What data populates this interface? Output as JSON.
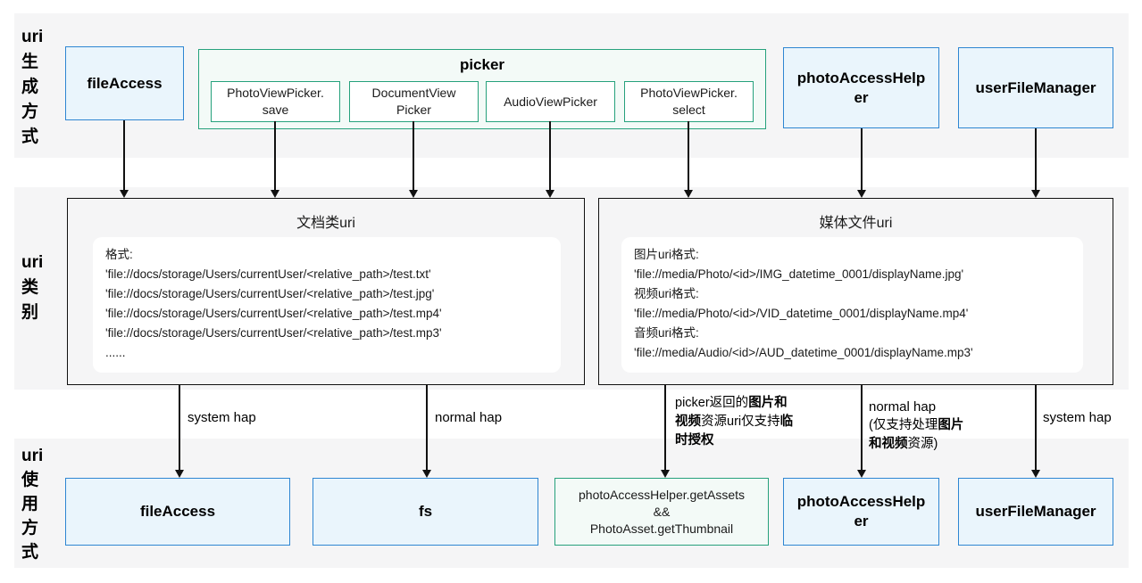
{
  "colors": {
    "band_gray": "#f5f5f6",
    "accent_blue": "#2e86d2",
    "light_blue": "#eaf5fc",
    "teal": "#26a17c",
    "light_green": "#f3faf7",
    "line": "#111111"
  },
  "rows": {
    "generation": {
      "label_lines": [
        "uri",
        "生",
        "成",
        "方",
        "式"
      ]
    },
    "category": {
      "label_lines": [
        "uri",
        "类",
        "别"
      ]
    },
    "usage": {
      "label_lines": [
        "uri",
        "使",
        "用",
        "方",
        "式"
      ]
    }
  },
  "generation_row": {
    "file_access": "fileAccess",
    "picker": {
      "title": "picker",
      "items": [
        {
          "lines": [
            "PhotoViewPicker.",
            "save"
          ]
        },
        {
          "lines": [
            "DocumentView",
            "Picker"
          ]
        },
        {
          "lines": [
            "AudioViewPicker"
          ]
        },
        {
          "lines": [
            "PhotoViewPicker.",
            "select"
          ]
        }
      ]
    },
    "photo_access_helper": "photoAccessHelper",
    "user_file_manager": "userFileManager"
  },
  "category_row": {
    "doc_uri": {
      "title": "文档类uri",
      "lines": [
        "格式:",
        "'file://docs/storage/Users/currentUser/<relative_path>/test.txt'",
        "'file://docs/storage/Users/currentUser/<relative_path>/test.jpg'",
        "'file://docs/storage/Users/currentUser/<relative_path>/test.mp4'",
        "'file://docs/storage/Users/currentUser/<relative_path>/test.mp3'",
        "......"
      ]
    },
    "media_uri": {
      "title": "媒体文件uri",
      "lines": [
        "图片uri格式:",
        "'file://media/Photo/<id>/IMG_datetime_0001/displayName.jpg'",
        "视频uri格式:",
        "'file://media/Photo/<id>/VID_datetime_0001/displayName.mp4'",
        "音频uri格式:",
        "'file://media/Audio/<id>/AUD_datetime_0001/displayName.mp3'"
      ]
    }
  },
  "edge_labels": {
    "doc_system_hap": "system hap",
    "doc_normal_hap": "normal hap",
    "picker_temp_auth": [
      {
        "t": "picker返回的"
      },
      {
        "t": "图片和视频",
        "b": true
      },
      {
        "t": "资源uri仅支持"
      },
      {
        "t": "临时授权",
        "b": true
      }
    ],
    "media_normal_hap_line1": "normal hap",
    "media_normal_hap_line2": [
      {
        "t": "(仅支持处理"
      },
      {
        "t": "图片和视频",
        "b": true
      },
      {
        "t": "资源)"
      }
    ],
    "media_system_hap": "system hap"
  },
  "usage_row": {
    "file_access": "fileAccess",
    "fs": "fs",
    "get_assets": {
      "lines": [
        "photoAccessHelper.getAssets",
        "&&",
        "PhotoAsset.getThumbnail"
      ]
    },
    "photo_access_helper": "photoAccessHelper",
    "user_file_manager": "userFileManager"
  }
}
